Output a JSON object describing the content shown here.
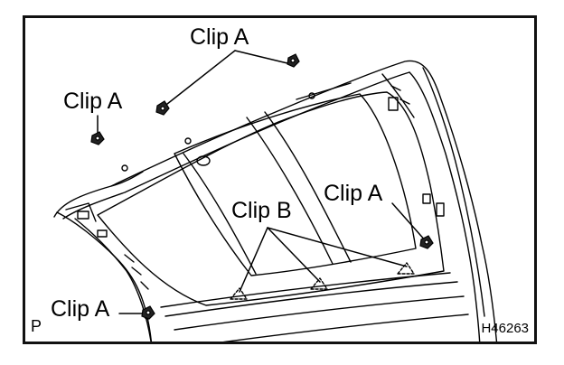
{
  "labels": {
    "clip_a_top": "Clip A",
    "clip_a_left": "Clip A",
    "clip_a_right": "Clip A",
    "clip_a_bottom": "Clip A",
    "clip_b": "Clip B"
  },
  "corner_marker": "P",
  "figure_id": "H46263",
  "colors": {
    "line": "#000000",
    "background": "#ffffff"
  }
}
